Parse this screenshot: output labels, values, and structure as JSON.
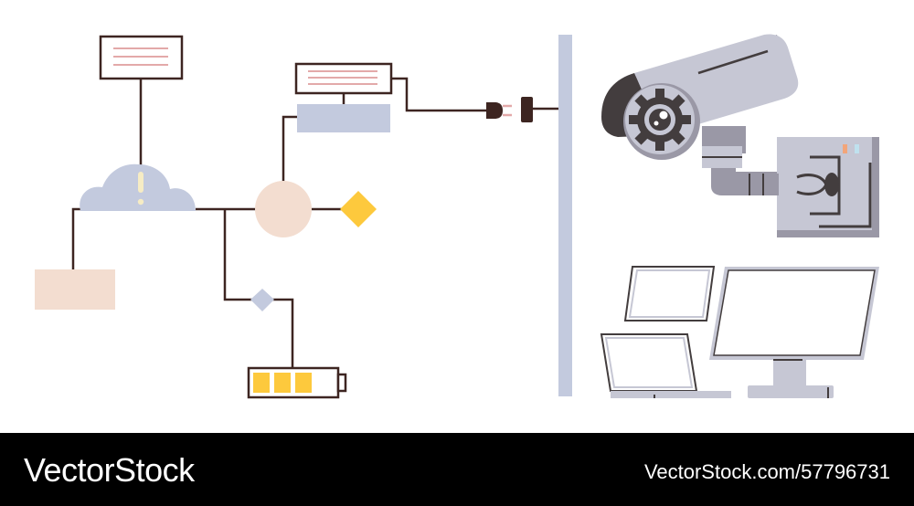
{
  "footer": {
    "brand": "VectorStock",
    "credit": "VectorStock.com/57796731"
  },
  "icons": {
    "alert": "exclamation-mark",
    "gear": "gear-icon",
    "plug": "plug-icon",
    "socket": "socket-icon",
    "battery": "battery-icon"
  },
  "battery": {
    "level": 0.75
  },
  "colors": {
    "line": "#3d2521",
    "cloud": "#c3cade",
    "peach": "#f3ddd0",
    "yellow": "#fdc93d",
    "wall": "#c3cade",
    "camera_body": "#c6c7d4",
    "camera_dark": "#433d3e",
    "camera_mid": "#9a98a6",
    "screen_frame": "#c6c7d4",
    "note_line": "#e3a9a9"
  }
}
